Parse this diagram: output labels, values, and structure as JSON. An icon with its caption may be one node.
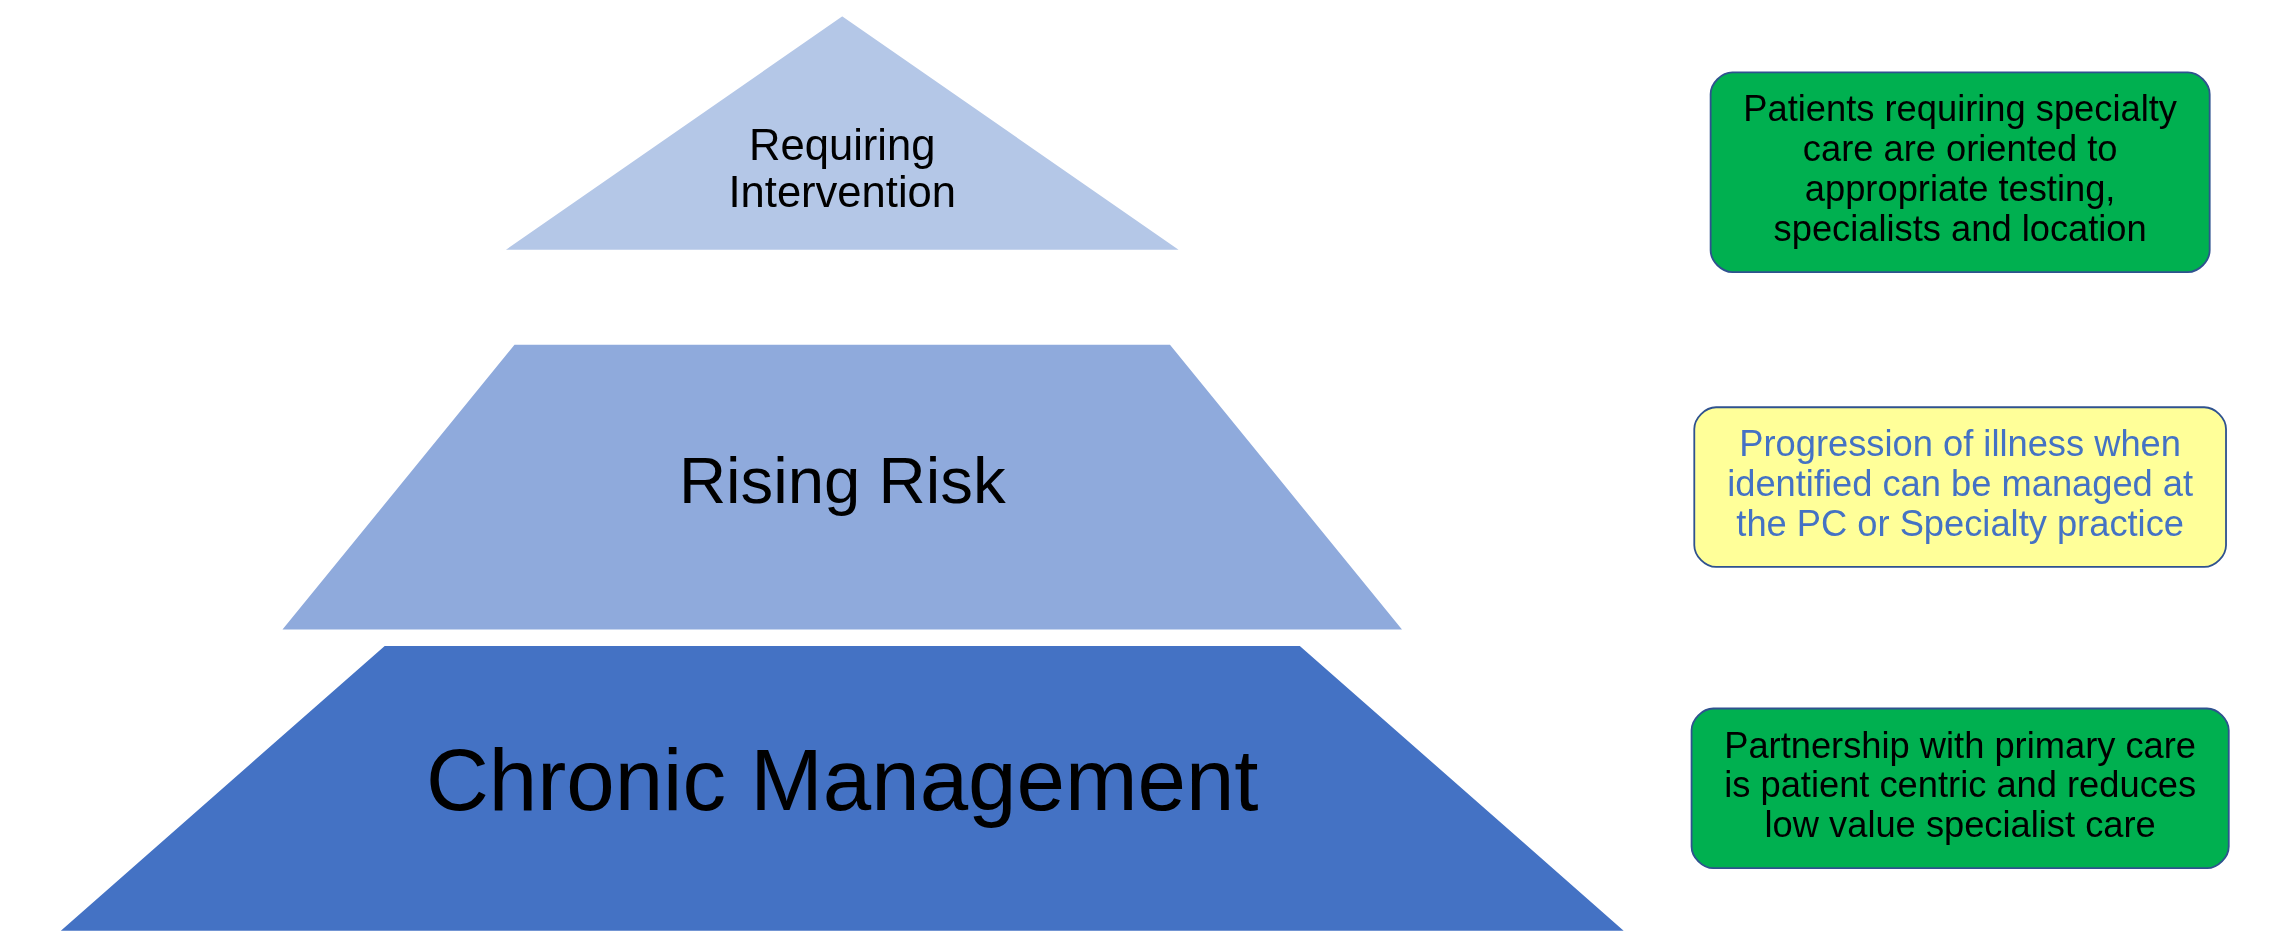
{
  "diagram": {
    "nodes": [
      {
        "text": [
          "Requiring Intervention"
        ]
      },
      {
        "text": [
          "Rising Risk"
        ]
      },
      {
        "text": [
          "Chronic Management"
        ]
      },
      {
        "text": [
          "Patients requiring specialty care are oriented to appropriate testing, specialists and location"
        ]
      },
      {
        "text": [
          "Progression of illness when identified can be managed at the PC or Specialty practice"
        ]
      },
      {
        "text": [
          "Partnership with primary care is patient centric and reduces low value specialist care"
        ]
      }
    ]
  }
}
